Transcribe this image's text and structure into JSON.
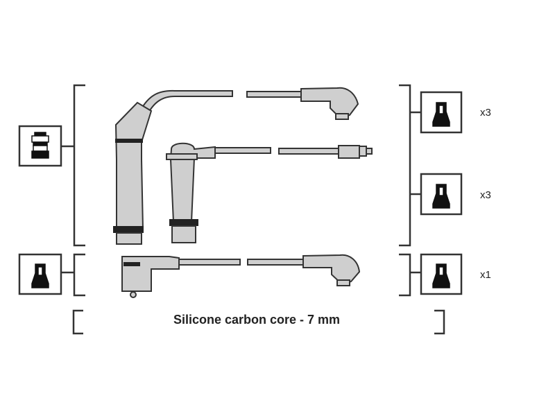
{
  "caption": "Silicone carbon core - 7 mm",
  "quantities": {
    "top": "x3",
    "middle": "x3",
    "bottom": "x1"
  },
  "colors": {
    "stroke": "#333333",
    "fill": "#cfcfcf",
    "band": "#222222",
    "icon_dark": "#111111"
  },
  "icons": [
    "distributor-cap-icon",
    "spark-plug-boot-icon",
    "ignition-coil-icon"
  ]
}
